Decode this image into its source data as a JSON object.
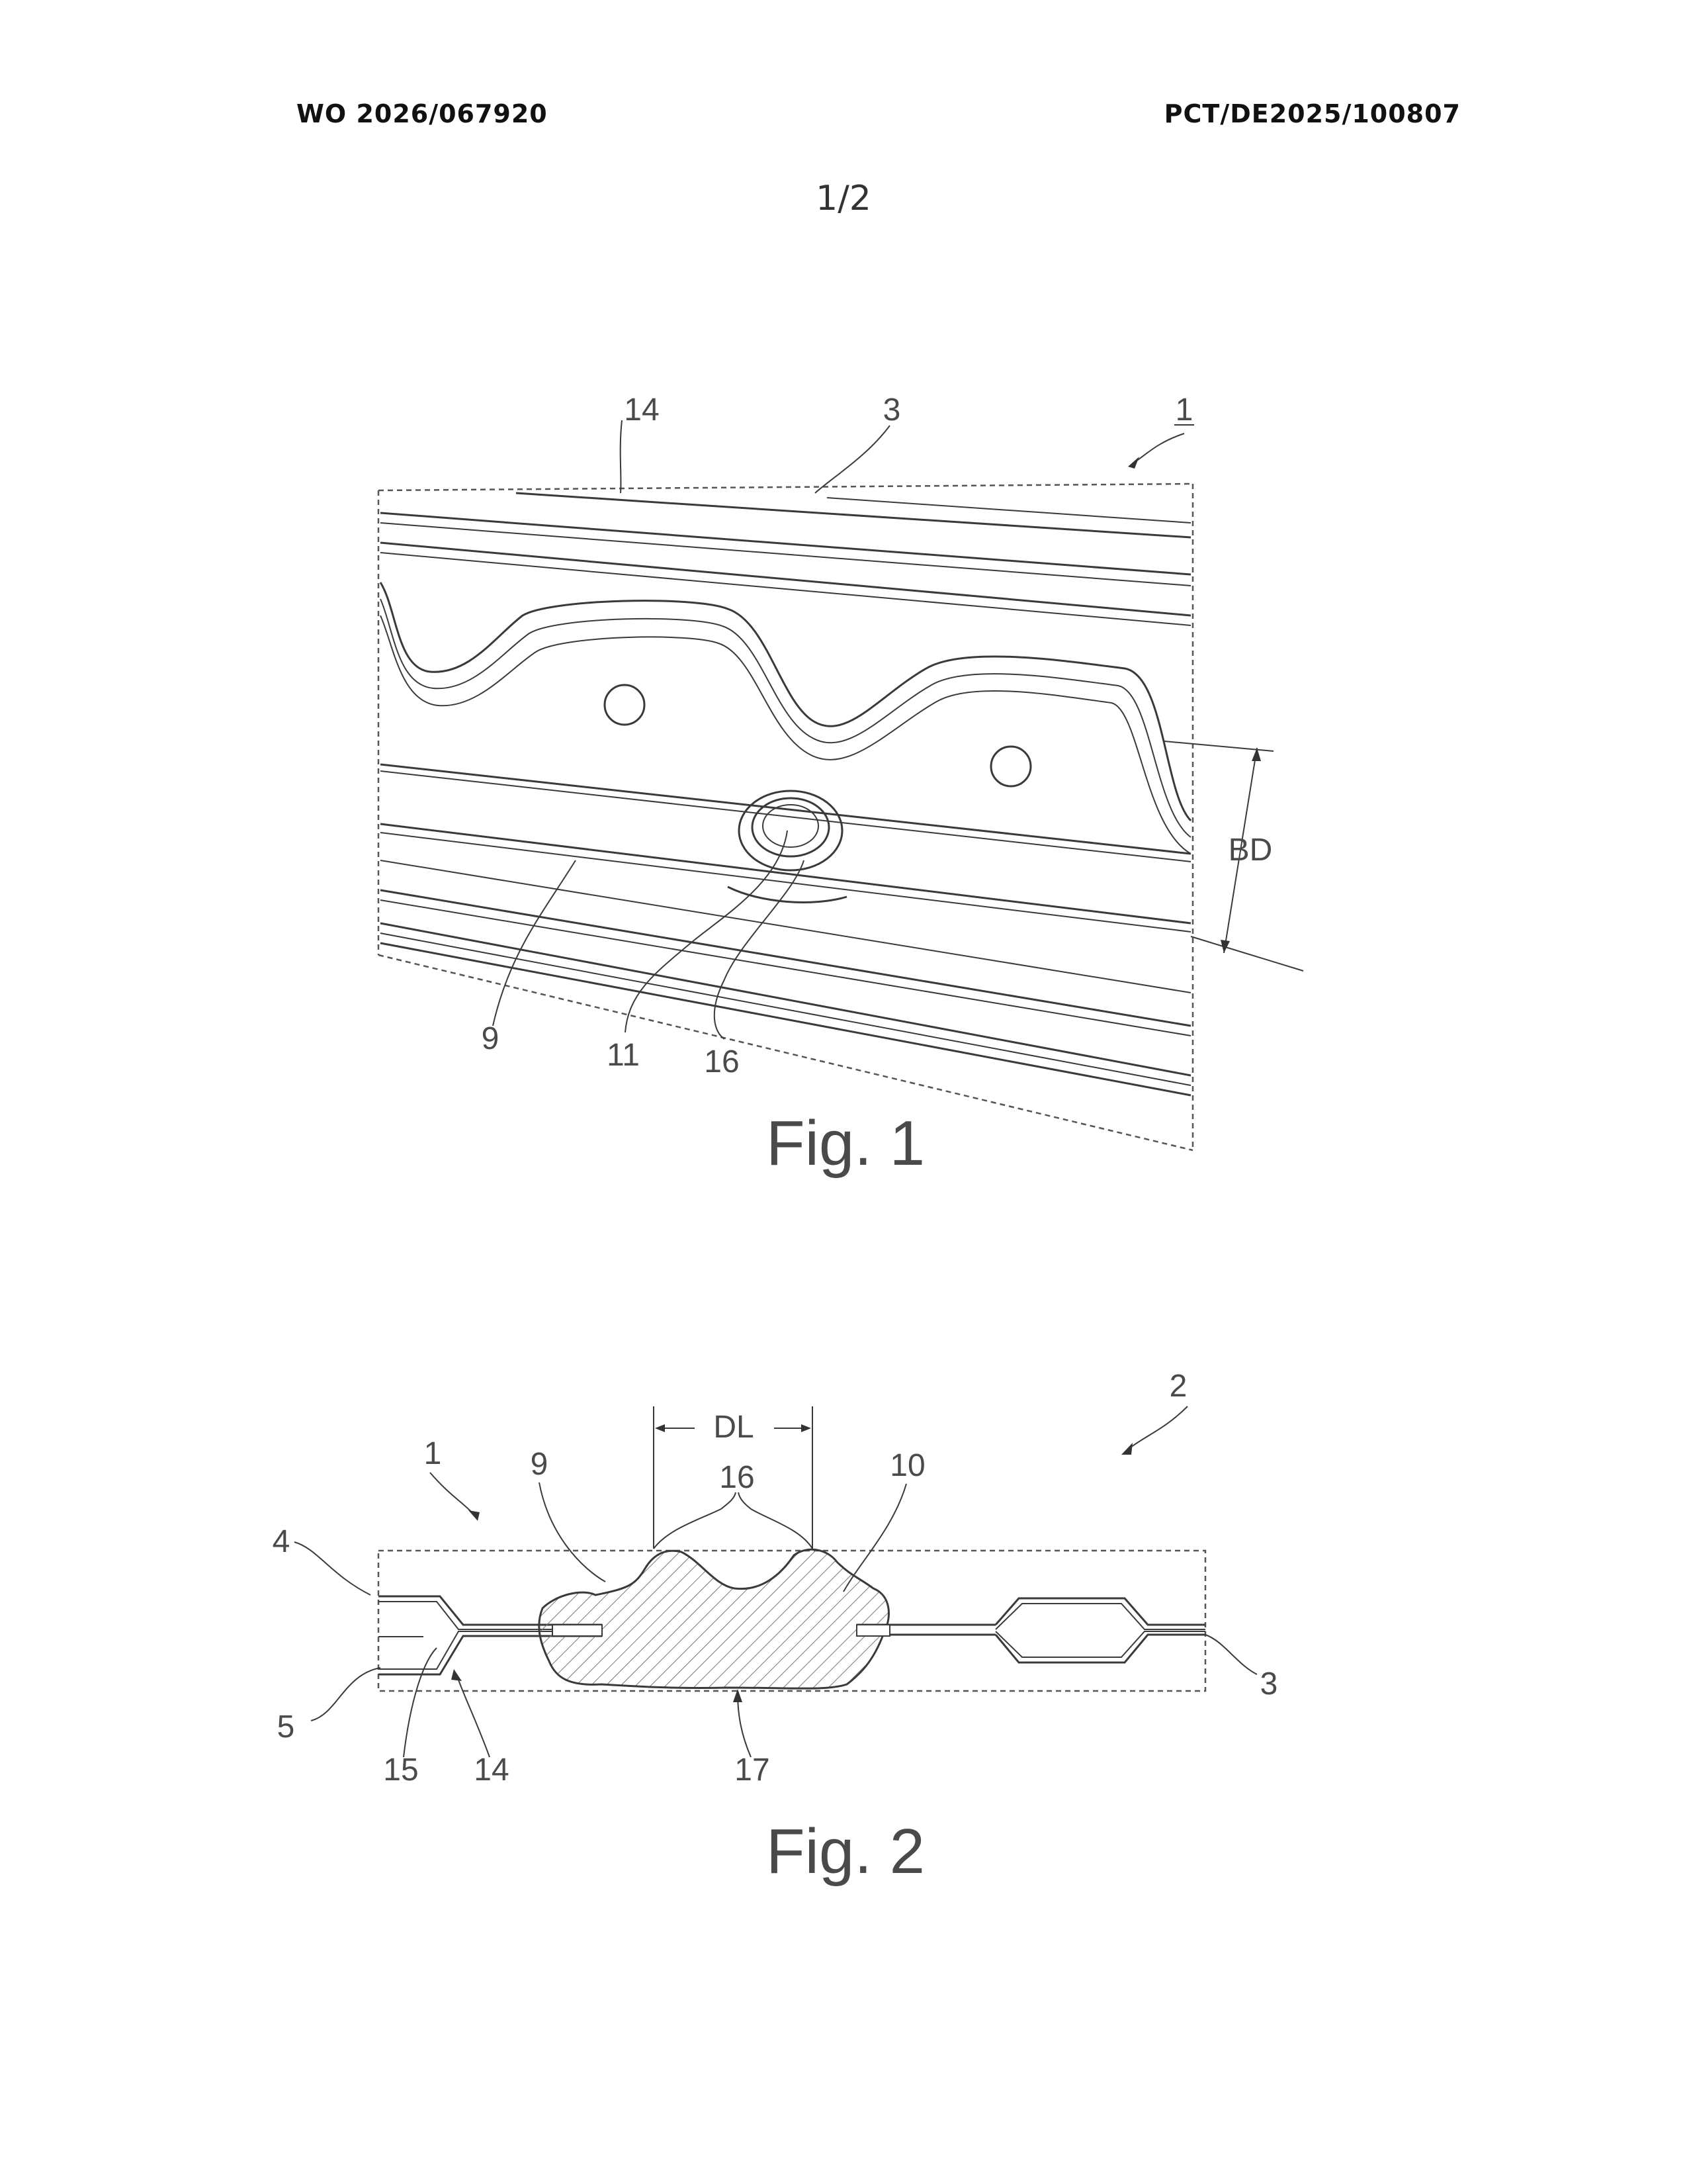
{
  "header": {
    "publication_number": "WO 2026/067920",
    "application_number": "PCT/DE2025/100807"
  },
  "sheet": "1/2",
  "fig1": {
    "caption": "Fig. 1",
    "labels": {
      "l1": "1",
      "l3": "3",
      "l14": "14",
      "lBD": "BD",
      "l9": "9",
      "l11": "11",
      "l16": "16"
    }
  },
  "fig2": {
    "caption": "Fig. 2",
    "labels": {
      "l2": "2",
      "l1": "1",
      "lDL": "DL",
      "l9": "9",
      "l16": "16",
      "l10": "10",
      "l4": "4",
      "l5": "5",
      "l15": "15",
      "l14": "14",
      "l17": "17",
      "l3": "3"
    }
  }
}
